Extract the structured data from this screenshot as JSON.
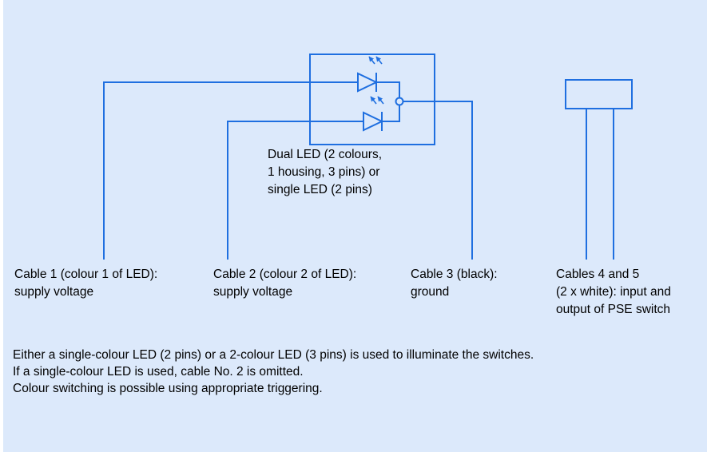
{
  "colors": {
    "background": "#dce9fb",
    "line": "#1f6fe0",
    "text": "#000000"
  },
  "led_label": [
    "Dual LED (2 colours,",
    "1 housing, 3 pins) or",
    "single LED (2 pins)"
  ],
  "cables": [
    {
      "lines": [
        "Cable 1 (colour 1 of LED):",
        "supply voltage"
      ]
    },
    {
      "lines": [
        "Cable 2 (colour 2 of LED):",
        "supply voltage"
      ]
    },
    {
      "lines": [
        "Cable 3 (black):",
        "ground"
      ]
    },
    {
      "lines": [
        "Cables 4 and 5",
        "(2 x white): input and",
        "output of PSE switch"
      ]
    }
  ],
  "notes": [
    "Either a single-colour LED (2 pins) or a 2-colour LED (3 pins) is used to illuminate the switches.",
    "If a single-colour LED is used, cable No. 2 is omitted.",
    "Colour switching is possible using appropriate triggering."
  ],
  "icons": [
    "led-diode-icon",
    "light-emission-icon",
    "switch-icon"
  ]
}
